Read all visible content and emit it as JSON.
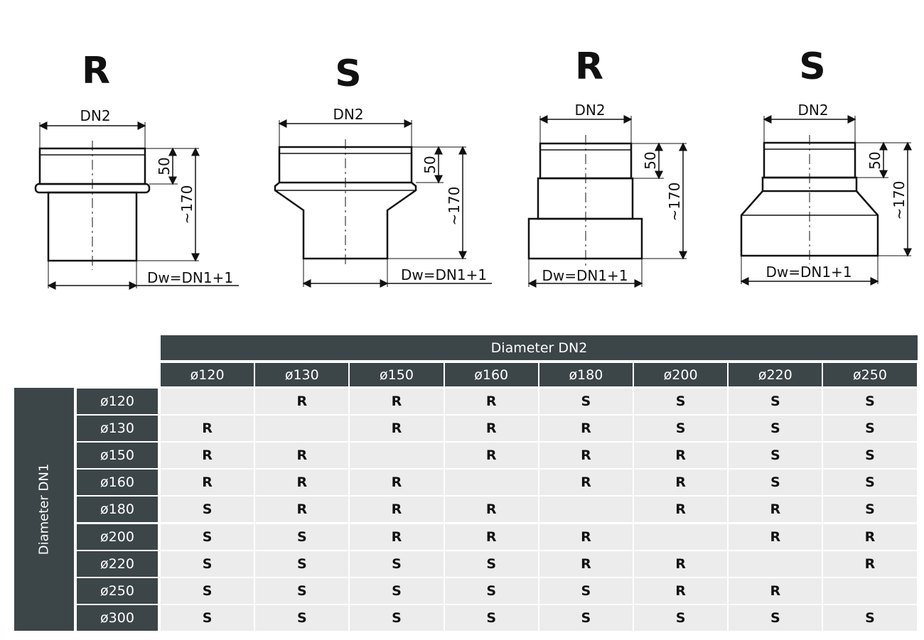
{
  "fittings": [
    {
      "type_label": "R",
      "top_dim": "DN2",
      "collar_dim": "50",
      "height_dim": "~170",
      "bottom_dim": "Dw=DN1+1"
    },
    {
      "type_label": "S",
      "top_dim": "DN2",
      "collar_dim": "50",
      "height_dim": "~170",
      "bottom_dim": "Dw=DN1+1"
    },
    {
      "type_label": "R",
      "top_dim": "DN2",
      "collar_dim": "50",
      "height_dim": "~170",
      "bottom_dim": "Dw=DN1+1"
    },
    {
      "type_label": "S",
      "top_dim": "DN2",
      "collar_dim": "50",
      "height_dim": "~170",
      "bottom_dim": "Dw=DN1+1"
    }
  ],
  "table": {
    "column_group_title": "Diameter DN2",
    "row_group_title": "Diameter DN1",
    "columns": [
      "ø120",
      "ø130",
      "ø150",
      "ø160",
      "ø180",
      "ø200",
      "ø220",
      "ø250"
    ],
    "rows": [
      {
        "label": "ø120",
        "cells": [
          "",
          "R",
          "R",
          "R",
          "S",
          "S",
          "S",
          "S"
        ]
      },
      {
        "label": "ø130",
        "cells": [
          "R",
          "",
          "R",
          "R",
          "R",
          "S",
          "S",
          "S"
        ]
      },
      {
        "label": "ø150",
        "cells": [
          "R",
          "R",
          "",
          "R",
          "R",
          "R",
          "S",
          "S"
        ]
      },
      {
        "label": "ø160",
        "cells": [
          "R",
          "R",
          "R",
          "",
          "R",
          "R",
          "S",
          "S"
        ]
      },
      {
        "label": "ø180",
        "cells": [
          "S",
          "R",
          "R",
          "R",
          "",
          "R",
          "R",
          "S"
        ]
      },
      {
        "label": "ø200",
        "cells": [
          "S",
          "S",
          "R",
          "R",
          "R",
          "",
          "R",
          "R"
        ]
      },
      {
        "label": "ø220",
        "cells": [
          "S",
          "S",
          "S",
          "S",
          "R",
          "R",
          "",
          "R"
        ]
      },
      {
        "label": "ø250",
        "cells": [
          "S",
          "S",
          "S",
          "S",
          "S",
          "R",
          "R",
          ""
        ]
      },
      {
        "label": "ø300",
        "cells": [
          "S",
          "S",
          "S",
          "S",
          "S",
          "S",
          "S",
          "S"
        ]
      }
    ]
  }
}
